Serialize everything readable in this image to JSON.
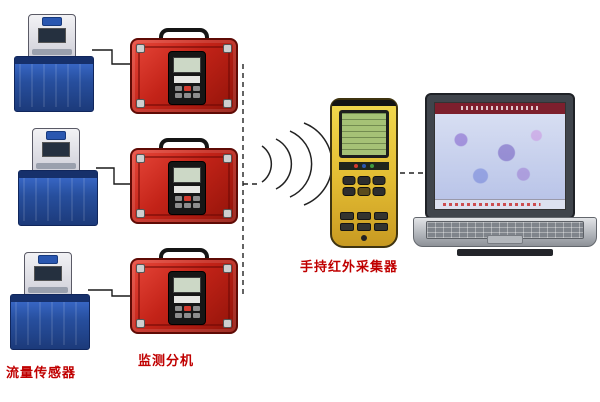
{
  "labels": {
    "flow_sensor": "流量传感器",
    "monitor_unit": "监测分机",
    "handheld_collector": "手持红外采集器"
  },
  "colors": {
    "label_text": "#c00000",
    "monitor_case": "#c32318",
    "sensor_tank": "#274f9e",
    "handheld_body": "#e3bc32",
    "lcd_green": "#a6c276",
    "screen_titlebar": "#7d1f2d"
  }
}
